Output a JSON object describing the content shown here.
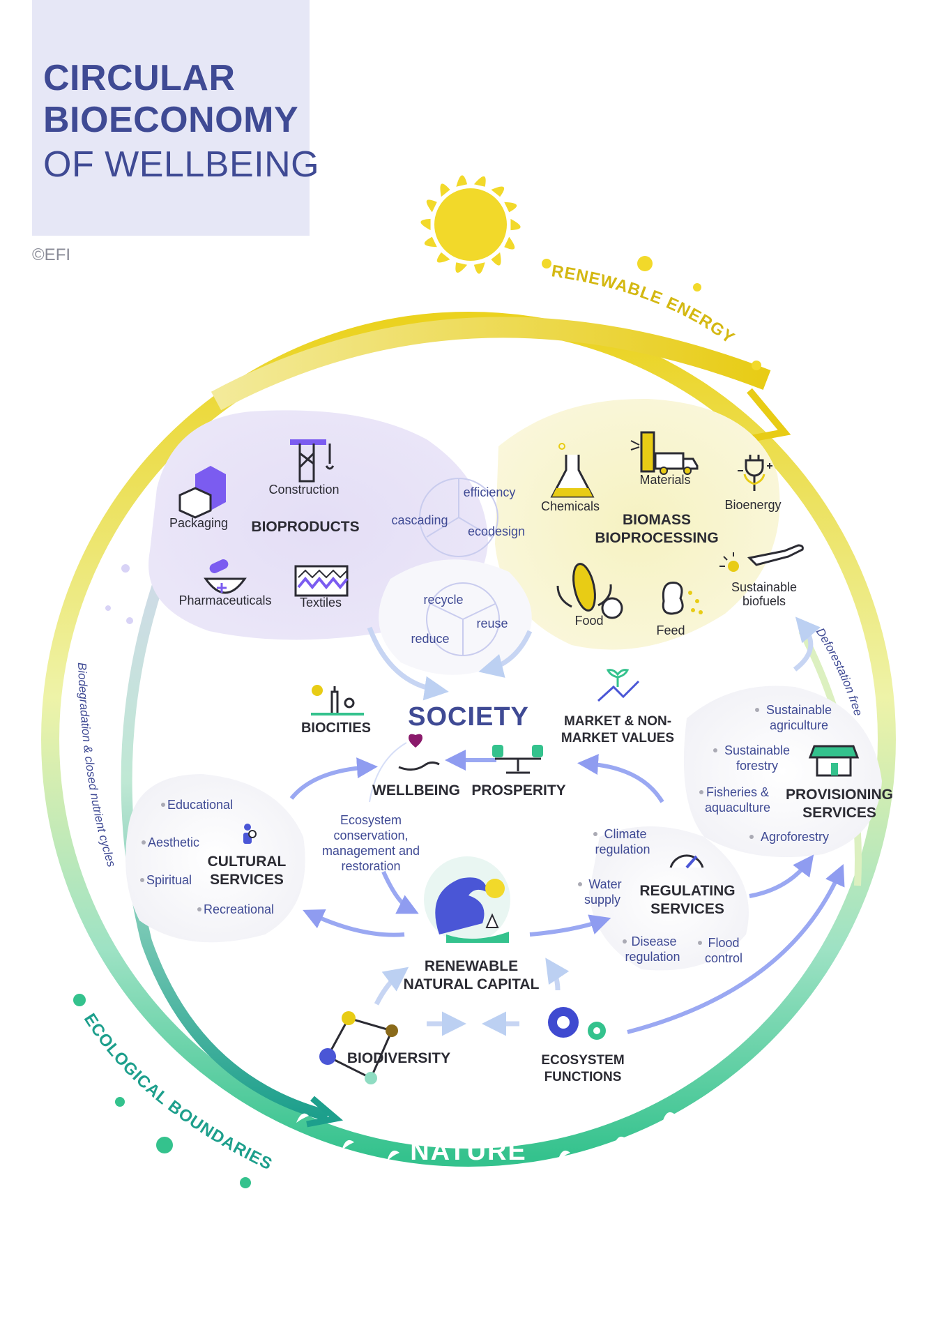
{
  "title": {
    "line1": "CIRCULAR",
    "line2": "BIOECONOMY",
    "line3": "OF WELLBEING"
  },
  "copyright": "©EFI",
  "outer": {
    "renewable_energy": "RENEWABLE ENERGY",
    "ecological_boundaries": "ECOLOGICAL BOUNDARIES",
    "nature": "NATURE",
    "biodegradation": "Biodegradation & closed nutrient cycles",
    "deforestation": "Deforestation free"
  },
  "bioproducts": {
    "title": "BIOPRODUCTS",
    "items": [
      "Construction",
      "Packaging",
      "Pharmaceuticals",
      "Textiles"
    ]
  },
  "principles_top": [
    "efficiency",
    "cascading",
    "ecodesign"
  ],
  "principles_bottom": [
    "recycle",
    "reuse",
    "reduce"
  ],
  "biomass": {
    "title_line1": "BIOMASS",
    "title_line2": "BIOPROCESSING",
    "items": [
      "Materials",
      "Chemicals",
      "Bioenergy",
      "Sustainable",
      "biofuels",
      "Food",
      "Feed"
    ]
  },
  "society": {
    "title": "SOCIETY",
    "biocities": "BIOCITIES",
    "market_line1": "MARKET & NON-",
    "market_line2": "MARKET VALUES",
    "wellbeing": "WELLBEING",
    "prosperity": "PROSPERITY"
  },
  "conservation": [
    "Ecosystem",
    "conservation,",
    "management and",
    "restoration"
  ],
  "cultural": {
    "title_line1": "CULTURAL",
    "title_line2": "SERVICES",
    "items": [
      "Educational",
      "Aesthetic",
      "Spiritual",
      "Recreational"
    ]
  },
  "regulating": {
    "title_line1": "REGULATING",
    "title_line2": "SERVICES",
    "items": [
      "Climate",
      "regulation",
      "Water",
      "supply",
      "Disease",
      "regulation",
      "Flood",
      "control"
    ]
  },
  "provisioning": {
    "title_line1": "PROVISIONING",
    "title_line2": "SERVICES",
    "items": [
      "Sustainable",
      "agriculture",
      "Sustainable",
      "forestry",
      "Fisheries &",
      "aquaculture",
      "Agroforestry"
    ]
  },
  "capital": {
    "line1": "RENEWABLE",
    "line2": "NATURAL CAPITAL"
  },
  "biodiversity": "BIODIVERSITY",
  "ecosystem": {
    "line1": "ECOSYSTEM",
    "line2": "FUNCTIONS"
  },
  "colors": {
    "navy": "#3f4a94",
    "dark": "#2b2b33",
    "yellow": "#ebd21e",
    "green": "#34c28d",
    "teal": "#1d9f8c",
    "purple": "#7b5cf0",
    "grey": "#555560"
  }
}
